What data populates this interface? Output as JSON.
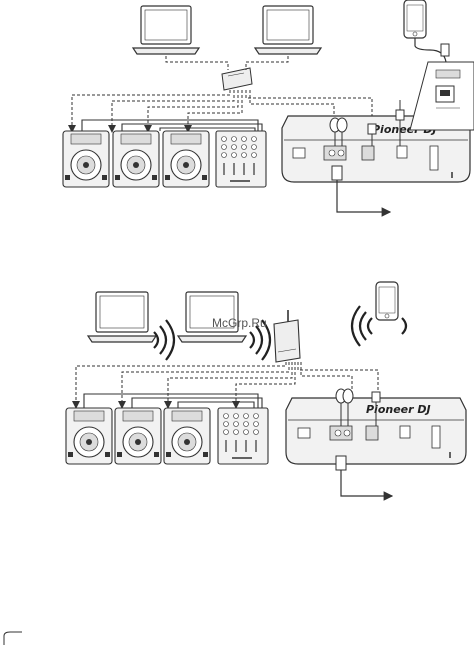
{
  "watermark": "McGrp.Ru",
  "brand_label": "Pioneer DJ",
  "icons": {
    "laptop": "laptop-icon",
    "smartphone": "smartphone-icon",
    "hub": "lan-hub-icon",
    "router": "wireless-router-icon",
    "cdj": "cdj-player-icon",
    "mixer": "dj-mixer-icon",
    "main_unit": "pioneer-dj-unit-rear-icon",
    "wireless": "wireless-waves-icon",
    "arrow": "output-arrow-icon"
  },
  "colors": {
    "line": "#333333",
    "fill_light": "#f2f2f2",
    "fill_mid": "#dcdcdc",
    "background": "#ffffff"
  },
  "diagrams": [
    {
      "name": "wired-lan-connection",
      "laptops": 2,
      "players": 3,
      "mixers": 1,
      "smartphones": 1
    },
    {
      "name": "wireless-lan-connection",
      "laptops": 2,
      "players": 3,
      "mixers": 1,
      "smartphones": 1
    }
  ]
}
